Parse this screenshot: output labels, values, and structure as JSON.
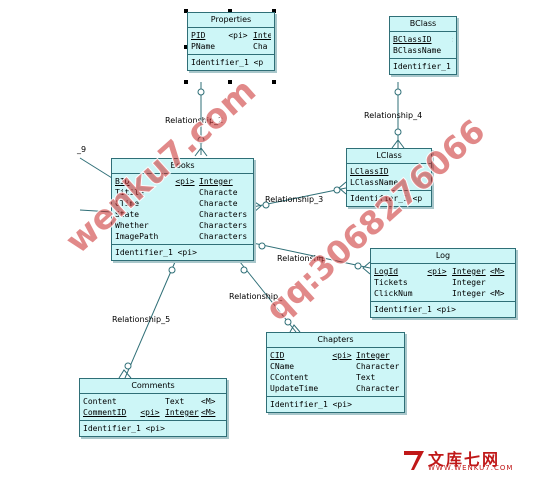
{
  "entities": {
    "properties": {
      "title": "Properties",
      "attrs": [
        {
          "name": "PID",
          "key": "<pi>",
          "type": "Inte",
          "m": ""
        },
        {
          "name": "PName",
          "key": "",
          "type": "Cha",
          "m": ""
        }
      ],
      "ids": [
        "Identifier_1  <p"
      ]
    },
    "bclass": {
      "title": "BClass",
      "attrs": [
        {
          "name": "BClassID",
          "key": "",
          "type": ":",
          "m": ""
        },
        {
          "name": "BClassName",
          "key": "",
          "type": "",
          "m": ""
        }
      ],
      "ids": [
        "Identifier_1"
      ]
    },
    "books": {
      "title": "Books",
      "attrs": [
        {
          "name": "BID",
          "key": "<pi>",
          "type": "Integer",
          "m": ""
        },
        {
          "name": "Titile",
          "key": "",
          "type": "Characte",
          "m": ""
        },
        {
          "name": "CTime",
          "key": "",
          "type": "Characte",
          "m": ""
        },
        {
          "name": "State",
          "key": "",
          "type": "Characters",
          "m": ""
        },
        {
          "name": "Whether",
          "key": "",
          "type": "Characters",
          "m": ""
        },
        {
          "name": "ImagePath",
          "key": "",
          "type": "Characters",
          "m": ""
        }
      ],
      "ids": [
        "Identifier_1  <pi>"
      ]
    },
    "lclass": {
      "title": "LClass",
      "attrs": [
        {
          "name": "LClassID",
          "key": "",
          "type": "",
          "m": ""
        },
        {
          "name": "LClassName",
          "key": "",
          "type": "",
          "m": ""
        }
      ],
      "ids": [
        "Identifier_1  <p"
      ]
    },
    "log": {
      "title": "Log",
      "attrs": [
        {
          "name": "LogId",
          "key": "<pi>",
          "type": "Integer",
          "m": "<M>"
        },
        {
          "name": "Tickets",
          "key": "",
          "type": "Integer",
          "m": ""
        },
        {
          "name": "ClickNum",
          "key": "",
          "type": "Integer",
          "m": "<M>"
        }
      ],
      "ids": [
        "Identifier_1  <pi>"
      ]
    },
    "chapters": {
      "title": "Chapters",
      "attrs": [
        {
          "name": "CID",
          "key": "<pi>",
          "type": "Integer",
          "m": ""
        },
        {
          "name": "CName",
          "key": "",
          "type": "Character",
          "m": ""
        },
        {
          "name": "CContent",
          "key": "",
          "type": "Text",
          "m": ""
        },
        {
          "name": "UpdateTime",
          "key": "",
          "type": "Character",
          "m": ""
        }
      ],
      "ids": [
        "Identifier_1  <pi>"
      ]
    },
    "comments": {
      "title": "Comments",
      "attrs": [
        {
          "name": "Content",
          "key": "",
          "type": "Text",
          "m": "<M>"
        },
        {
          "name": "CommentID",
          "key": "<pi>",
          "type": "Integer",
          "m": "<M>"
        }
      ],
      "ids": [
        "Identifier_1  <pi>"
      ]
    }
  },
  "relationships": {
    "r2": "Relationship_2",
    "r4": "Relationship_4",
    "r9": "_9",
    "r3": "Relationship_3",
    "rlog": "Relationship_",
    "rch": "Relationship_",
    "r5": "Relationship_5"
  },
  "watermark": {
    "site": "wenku7.com",
    "qq": "qq:3068276066"
  },
  "logo": {
    "text": "文库七网",
    "url": "WWW.WENKU7.COM"
  },
  "colors": {
    "entity_fill": "#cdf6f7",
    "entity_border": "#2f6f77",
    "watermark": "#c82828",
    "logo": "#c01818"
  }
}
